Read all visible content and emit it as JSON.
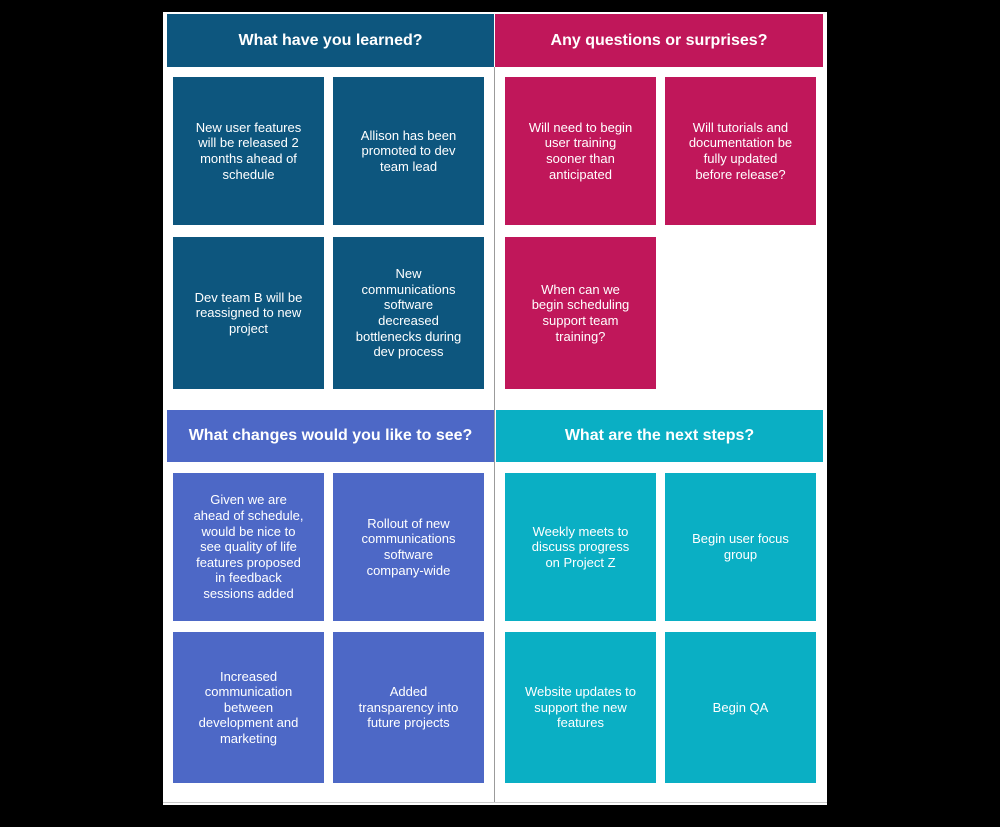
{
  "colors": {
    "learned": "#0D567E",
    "questions": "#C0175A",
    "changes": "#4D68C6",
    "next_steps": "#0AAFC4",
    "card_text": "#ffffff",
    "board_background": "#ffffff",
    "page_background": "#000000",
    "divider": "#9b9b9b"
  },
  "quadrants": [
    {
      "id": "learned",
      "header": "What have you learned?",
      "cards": [
        "New user features\nwill be released 2\nmonths ahead of\nschedule",
        "Allison has been\npromoted to dev\nteam lead",
        "Dev team B will be\nreassigned to new\nproject",
        "New\ncommunications\nsoftware\ndecreased\nbottlenecks during\ndev process"
      ]
    },
    {
      "id": "questions",
      "header": "Any questions or surprises?",
      "cards": [
        "Will need to begin\nuser training\nsooner than\nanticipated",
        "Will tutorials and\ndocumentation be\nfully updated\nbefore release?",
        "When can we\nbegin scheduling\nsupport team\ntraining?"
      ]
    },
    {
      "id": "changes",
      "header": "What changes would you like to see?",
      "cards": [
        "Given we are\nahead of schedule,\nwould be nice to\nsee quality of life\nfeatures proposed\nin feedback\nsessions added",
        "Rollout of new\ncommunications\nsoftware\ncompany-wide",
        "Increased\ncommunication\nbetween\ndevelopment and\nmarketing",
        "Added\ntransparency into\nfuture projects"
      ]
    },
    {
      "id": "next_steps",
      "header": "What are the next steps?",
      "cards": [
        "Weekly meets to\ndiscuss progress\non Project Z",
        "Begin user focus\ngroup",
        "Website updates to\nsupport the new\nfeatures",
        "Begin QA"
      ]
    }
  ]
}
